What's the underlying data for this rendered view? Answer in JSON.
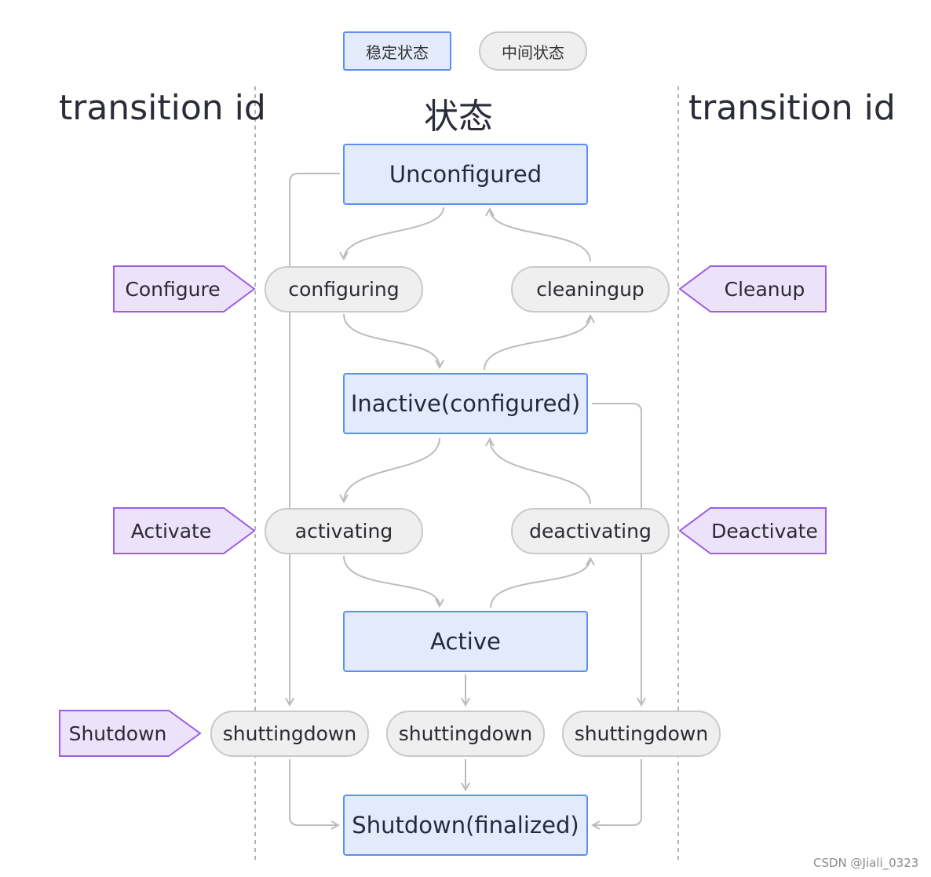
{
  "legend": {
    "stable": "稳定状态",
    "intermediate": "中间状态"
  },
  "headers": {
    "left": "transition id",
    "center": "状态",
    "right": "transition id"
  },
  "states": {
    "unconfigured": "Unconfigured",
    "inactive": "Inactive(configured)",
    "active": "Active",
    "finalized": "Shutdown(finalized)"
  },
  "intermediate": {
    "configuring": "configuring",
    "cleaningup": "cleaningup",
    "activating": "activating",
    "deactivating": "deactivating",
    "shuttingdown_left": "shuttingdown",
    "shuttingdown_center": "shuttingdown",
    "shuttingdown_right": "shuttingdown"
  },
  "transitions": {
    "configure": "Configure",
    "cleanup": "Cleanup",
    "activate": "Activate",
    "deactivate": "Deactivate",
    "shutdown": "Shutdown"
  },
  "colors": {
    "stable_fill": "#e3ebfb",
    "stable_border": "#5b8ff0",
    "intermediate_fill": "#efefef",
    "intermediate_border": "#c9c9c9",
    "transition_fill": "#ece3fb",
    "transition_border": "#9b5de5",
    "edge": "#bcbcbc"
  },
  "watermark": "CSDN @Jiali_0323"
}
